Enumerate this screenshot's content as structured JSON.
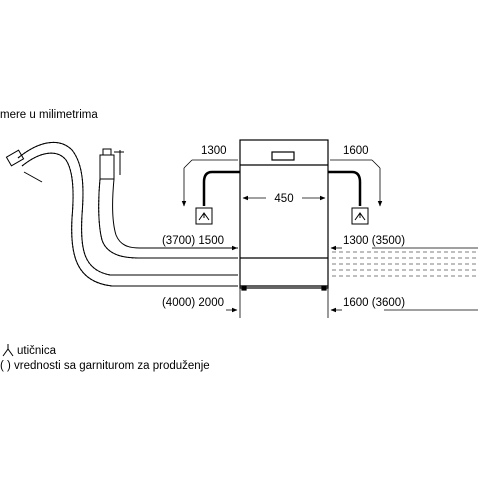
{
  "header": {
    "units_caption": "mere u milimetrima"
  },
  "dimensions": {
    "width": "450",
    "top_left_hose": "1300",
    "top_right_hose": "1600",
    "left_hose_upper": "(3700) 1500",
    "left_hose_lower": "(4000) 2000",
    "right_hose_upper": "1300 (3500)",
    "right_hose_lower": "1600 (3600)"
  },
  "legend": {
    "socket_label": "utičnica",
    "brackets_label": "( ) vrednosti sa garniturom za produženje"
  },
  "colors": {
    "line": "#000000",
    "background": "#ffffff",
    "dashed": "#555555"
  }
}
